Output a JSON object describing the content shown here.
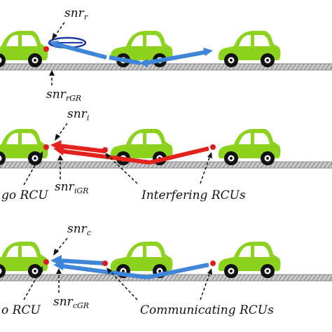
{
  "panels": {
    "radar": {
      "snr_main": "snr",
      "snr_sub": "r",
      "snr_ground_main": "snr",
      "snr_ground_sub": "rGR"
    },
    "interference": {
      "snr_main": "snr",
      "snr_sub": "i",
      "snr_ground_main": "snr",
      "snr_ground_sub": "iGR",
      "ego_label": "go RCU",
      "group_label": "Interfering RCUs"
    },
    "communication": {
      "snr_main": "snr",
      "snr_sub": "c",
      "snr_ground_main": "snr",
      "snr_ground_sub": "cGR",
      "ego_label": "o RCU",
      "group_label": "Communicating RCUs"
    }
  },
  "colors": {
    "car_body": "#8cd21e",
    "car_window": "#ffffff",
    "wheel": "#111111",
    "rcu_dot": "#e01a1a",
    "road_fill": "#c8c8c8",
    "road_hatch": "#555555",
    "radar_arrow": "#3f86d9",
    "interference_arrow": "#e5211b",
    "communication_arrow": "#3f86d9",
    "radar_loop": "#1d3ba8"
  },
  "icons": [
    "car-icon",
    "rcu-dot-icon",
    "road-icon",
    "radar-loop-icon"
  ]
}
